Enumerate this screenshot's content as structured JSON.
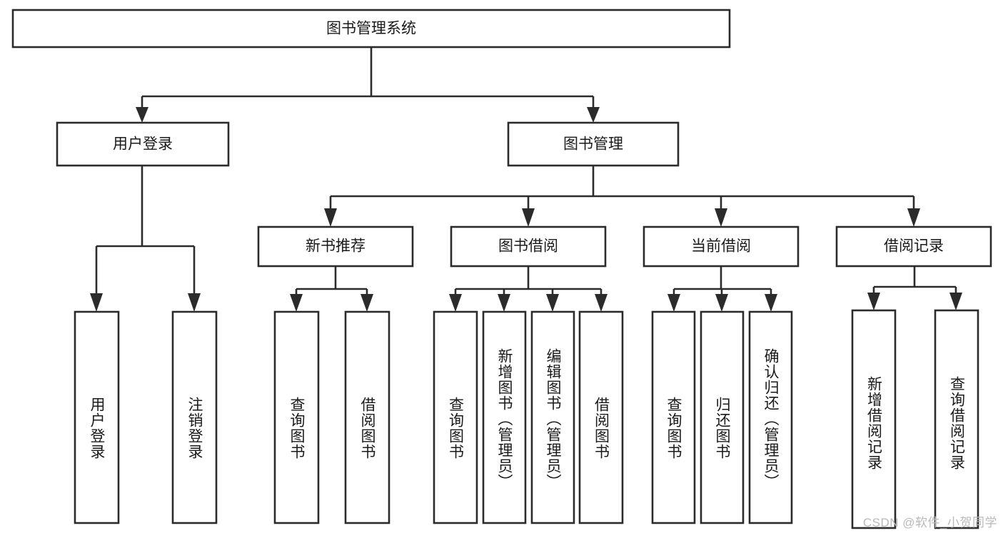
{
  "diagram": {
    "title": "图书管理系统",
    "watermark": "CSDN @软件_小贺同学",
    "levels": {
      "root": {
        "label": "图书管理系统"
      },
      "level2": [
        {
          "id": "user-login",
          "label": "用户登录"
        },
        {
          "id": "book-manage",
          "label": "图书管理"
        }
      ],
      "level3": [
        {
          "id": "new-book-recommend",
          "label": "新书推荐"
        },
        {
          "id": "book-borrow",
          "label": "图书借阅"
        },
        {
          "id": "current-borrow",
          "label": "当前借阅"
        },
        {
          "id": "borrow-record",
          "label": "借阅记录"
        }
      ],
      "leaves": {
        "user_login": [
          {
            "id": "leaf-user-login",
            "label": "用户登录"
          },
          {
            "id": "leaf-logout-login",
            "label": "注销登录"
          }
        ],
        "new_book_recommend": [
          {
            "id": "leaf-query-book-1",
            "label": "查询图书"
          },
          {
            "id": "leaf-borrow-book-1",
            "label": "借阅图书"
          }
        ],
        "book_borrow": [
          {
            "id": "leaf-query-book-2",
            "label": "查询图书"
          },
          {
            "id": "leaf-add-book",
            "label": "新增图书（管理员）"
          },
          {
            "id": "leaf-edit-book",
            "label": "编辑图书（管理员）"
          },
          {
            "id": "leaf-borrow-book-2",
            "label": "借阅图书"
          }
        ],
        "current_borrow": [
          {
            "id": "leaf-query-book-3",
            "label": "查询图书"
          },
          {
            "id": "leaf-return-book",
            "label": "归还图书"
          },
          {
            "id": "leaf-confirm-return",
            "label": "确认归还（管理员）"
          }
        ],
        "borrow_record": [
          {
            "id": "leaf-add-record",
            "label": "新增借阅记录"
          },
          {
            "id": "leaf-query-record",
            "label": "查询借阅记录"
          }
        ]
      }
    },
    "colors": {
      "box_stroke": "#2b2b2b",
      "box_fill": "#ffffff",
      "text": "#1a1a1a",
      "watermark": "#b9b9b9",
      "background": "#ffffff"
    }
  }
}
